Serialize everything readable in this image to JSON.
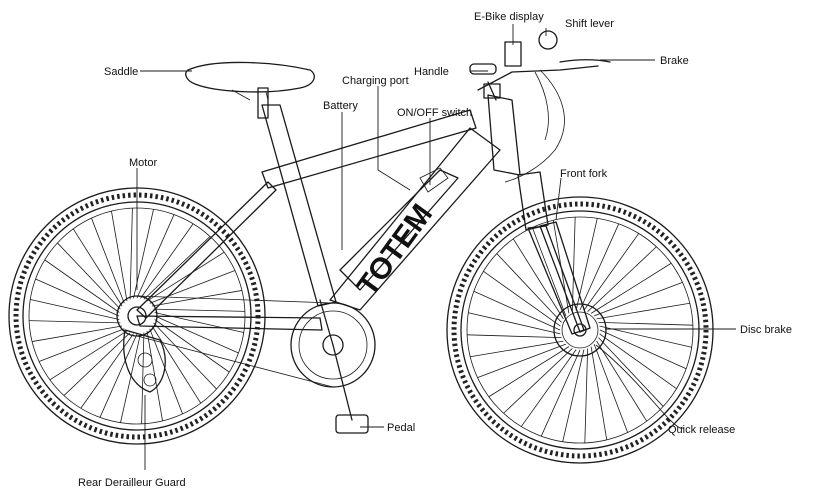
{
  "brand": "TOTEM",
  "labels": {
    "ebike_display": "E-Bike display",
    "shift_lever": "Shift lever",
    "brake": "Brake",
    "saddle": "Saddle",
    "handle": "Handle",
    "charging_port": "Charging port",
    "battery": "Battery",
    "on_off_switch": "ON/OFF switch",
    "motor": "Motor",
    "front_fork": "Front fork",
    "disc_brake": "Disc brake",
    "pedal": "Pedal",
    "quick_release": "Quick release",
    "rear_derailleur_guard": "Rear Derailleur Guard"
  }
}
